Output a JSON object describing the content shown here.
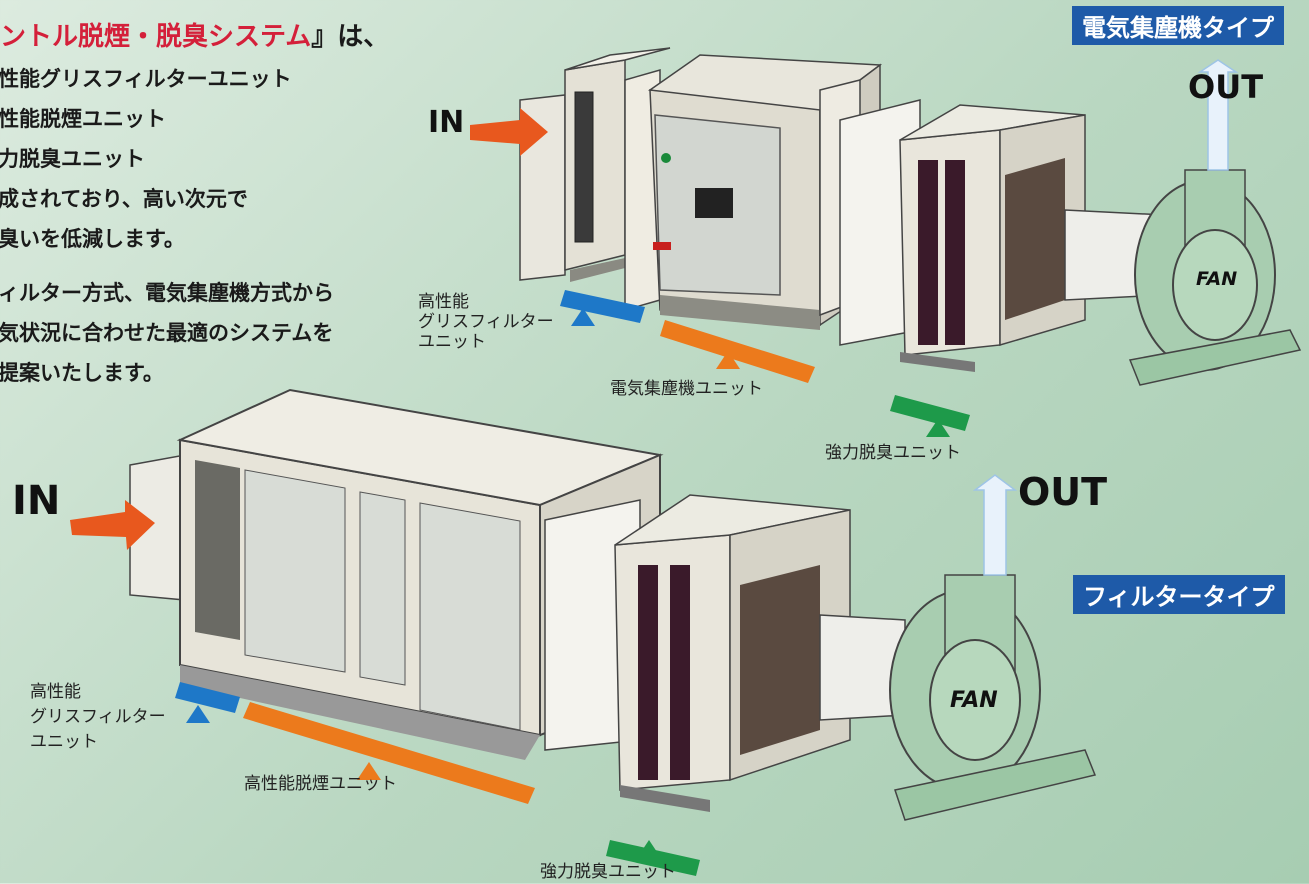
{
  "intro": {
    "headline_red": "ントル脱煙・脱臭システム",
    "headline_tail": "』は、",
    "lines": [
      "性能グリスフィルターユニット",
      "性能脱煙ユニット",
      "力脱臭ユニット",
      "成されており、高い次元で",
      "臭いを低減します。"
    ],
    "lines2": [
      "ィルター方式、電気集塵機方式から",
      "気状況に合わせた最適のシステムを",
      "提案いたします。"
    ]
  },
  "tags": {
    "electric": "電気集塵機タイプ",
    "filter": "フィルタータイプ"
  },
  "top_system": {
    "in_label": "IN",
    "out_label": "OUT",
    "fan_label": "FAN",
    "grease_label_lines": [
      "高性能",
      "グリスフィルター",
      "ユニット"
    ],
    "esp_label": "電気集塵機ユニット",
    "deodor_label": "強力脱臭ユニット"
  },
  "bottom_system": {
    "in_label": "IN",
    "out_label": "OUT",
    "fan_label": "FAN",
    "grease_label_lines": [
      "高性能",
      "グリスフィルター",
      "ユニット"
    ],
    "smoke_label": "高性能脱煙ユニット",
    "deodor_label": "強力脱臭ユニット"
  },
  "colors": {
    "blue": "#1e78c8",
    "orange": "#ec7a1c",
    "green": "#1e9a4a",
    "red": "#d4203a",
    "tag_blue": "#1e5aa8",
    "fan_green": "#a8cdb0",
    "arrow_orange": "#e8581e"
  }
}
